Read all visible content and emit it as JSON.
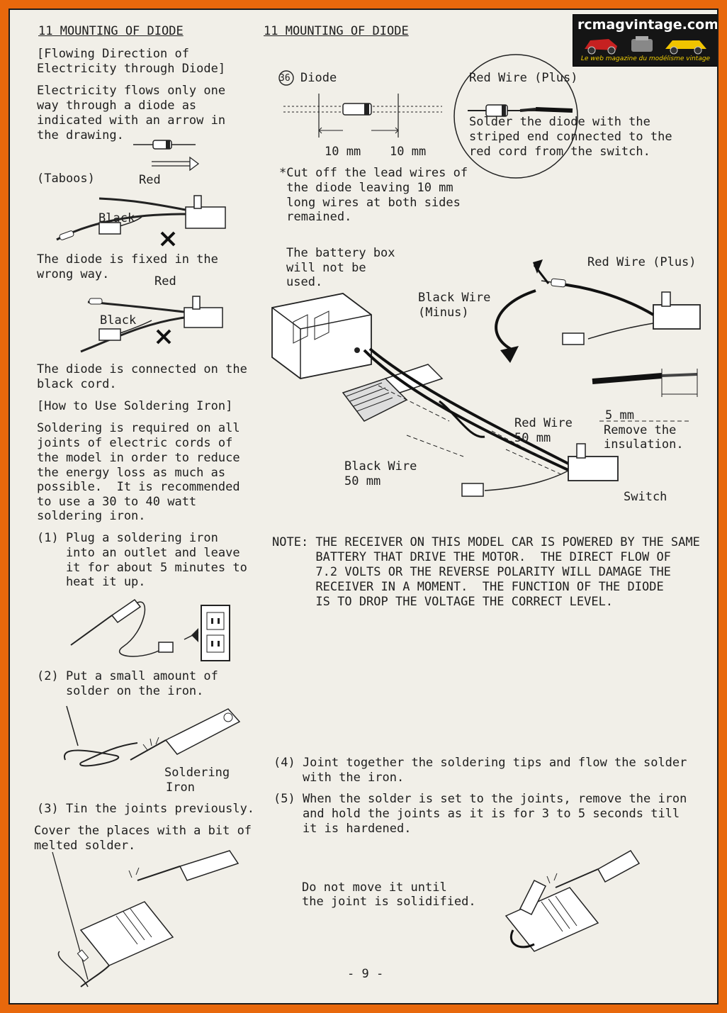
{
  "badge": {
    "site": "rcmagvintage.com",
    "tagline": "Le web magazine du modélisme vintage"
  },
  "left": {
    "heading": "11 MOUNTING OF DIODE",
    "flow_title": [
      "[Flowing Direction of",
      "Electricity through Diode]"
    ],
    "flow_text": [
      "Electricity flows only one",
      "way through a diode as",
      "indicated with an arrow in",
      "the drawing."
    ],
    "taboos": "(Taboos)",
    "red1": "Red",
    "black1": "Black",
    "wrong1": [
      "The diode is fixed in the",
      "wrong way."
    ],
    "red2": "Red",
    "black2": "Black",
    "wrong2": [
      "The diode is connected on the",
      "black cord."
    ],
    "solder_title": "[How to Use Soldering Iron]",
    "solder_text": [
      "Soldering is required on all",
      "joints of electric cords of",
      "the model in order to reduce",
      "the energy loss as much as",
      "possible.  It is recommended",
      "to use a 30 to 40 watt",
      "soldering iron."
    ],
    "step1": [
      "(1) Plug a soldering iron",
      "    into an outlet and leave",
      "    it for about 5 minutes to",
      "    heat it up."
    ],
    "step2": [
      "(2) Put a small amount of",
      "    solder on the iron."
    ],
    "iron_label": [
      "Soldering",
      "Iron"
    ],
    "step3": "(3) Tin the joints previously.",
    "cover": [
      "Cover the places with a bit of",
      "melted solder."
    ]
  },
  "right": {
    "heading": "11 MOUNTING OF DIODE",
    "part_no": "36",
    "part": "Diode",
    "dim_a": "10 mm",
    "dim_b": "10 mm",
    "cut_note": [
      "*Cut off the lead wires of",
      " the diode leaving 10 mm",
      " long wires at both sides",
      " remained."
    ],
    "battery_note": [
      "The battery box",
      "will not be",
      "used."
    ],
    "circle_label": "Red Wire (Plus)",
    "circle_text": [
      "Solder the diode with the",
      "striped end connected to the",
      "red cord from the switch."
    ],
    "red_plus": "Red Wire (Plus)",
    "black_minus": [
      "Black Wire",
      "(Minus)"
    ],
    "strip": [
      "5 mm",
      "Remove the",
      "insulation."
    ],
    "red50": [
      "Red Wire",
      "50 mm"
    ],
    "black50": [
      "Black Wire",
      "50 mm"
    ],
    "switch": "Switch",
    "note": [
      "NOTE: THE RECEIVER ON THIS MODEL CAR IS POWERED BY THE SAME",
      "      BATTERY THAT DRIVE THE MOTOR.  THE DIRECT FLOW OF",
      "      7.2 VOLTS OR THE REVERSE POLARITY WILL DAMAGE THE",
      "      RECEIVER IN A MOMENT.  THE FUNCTION OF THE DIODE",
      "      IS TO DROP THE VOLTAGE THE CORRECT LEVEL."
    ],
    "step4": [
      "(4) Joint together the soldering tips and flow the solder",
      "    with the iron."
    ],
    "step5": [
      "(5) When the solder is set to the joints, remove the iron",
      "    and hold the joints as it is for 3 to 5 seconds till",
      "    it is hardened."
    ],
    "dont_move": [
      "Do not move it until",
      "the joint is solidified."
    ]
  },
  "page_number": "- 9 -"
}
